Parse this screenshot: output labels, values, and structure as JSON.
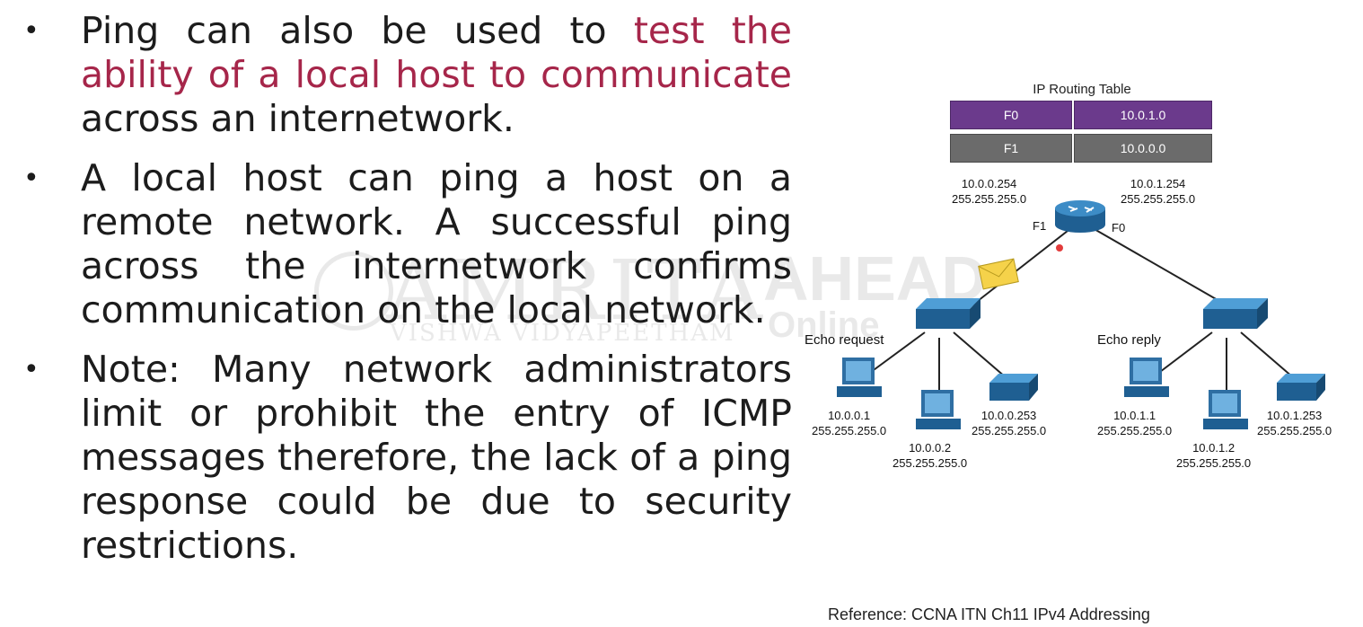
{
  "bullets": [
    {
      "parts": [
        {
          "text": "Ping can also be used to ",
          "highlight": false
        },
        {
          "text": "test the ability of a local host to communicate",
          "highlight": true
        },
        {
          "text": " across an internetwork.",
          "highlight": false
        }
      ]
    },
    {
      "parts": [
        {
          "text": "A local host can ping a host on a remote network. A successful ping across the internetwork confirms communication on the local network.",
          "highlight": false
        }
      ]
    },
    {
      "parts": [
        {
          "text": "Note: Many network administrators limit or prohibit the entry of ICMP messages therefore, the lack of a ping response could be due to security restrictions.",
          "highlight": false
        }
      ]
    }
  ],
  "colors": {
    "highlight": "#a6264a",
    "row_active": "#6b3a8c",
    "row_inactive": "#6b6b6b",
    "device_blue": "#2f6fa3"
  },
  "watermark": {
    "main": "AMRITA",
    "sub": "VISHWA VIDYAPEETHAM",
    "ahead": "AHEAD",
    "online": "Online"
  },
  "diagram": {
    "routing_table": {
      "title": "IP Routing Table",
      "rows": [
        {
          "interface": "F0",
          "network": "10.0.1.0",
          "active": true
        },
        {
          "interface": "F1",
          "network": "10.0.0.0",
          "active": false
        }
      ]
    },
    "router": {
      "left_if": {
        "ip": "10.0.0.254",
        "mask": "255.255.255.0",
        "name": "F1"
      },
      "right_if": {
        "ip": "10.0.1.254",
        "mask": "255.255.255.0",
        "name": "F0"
      }
    },
    "echo_request": "Echo request",
    "echo_reply": "Echo reply",
    "hosts": [
      {
        "ip": "10.0.0.1",
        "mask": "255.255.255.0",
        "kind": "pc"
      },
      {
        "ip": "10.0.0.2",
        "mask": "255.255.255.0",
        "kind": "pc"
      },
      {
        "ip": "10.0.0.253",
        "mask": "255.255.255.0",
        "kind": "printer"
      },
      {
        "ip": "10.0.1.1",
        "mask": "255.255.255.0",
        "kind": "pc"
      },
      {
        "ip": "10.0.1.2",
        "mask": "255.255.255.0",
        "kind": "pc"
      },
      {
        "ip": "10.0.1.253",
        "mask": "255.255.255.0",
        "kind": "printer"
      }
    ]
  },
  "reference": "Reference: CCNA ITN Ch11 IPv4 Addressing"
}
